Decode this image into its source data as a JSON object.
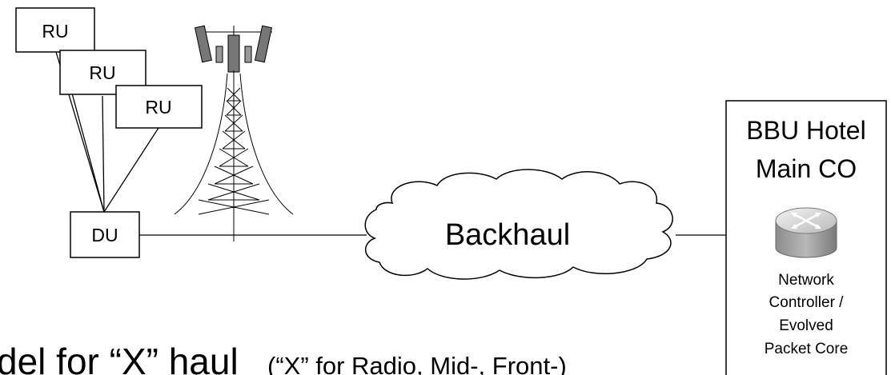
{
  "diagram": {
    "ru_labels": [
      "RU",
      "RU",
      "RU"
    ],
    "du_label": "DU",
    "cloud_label": "Backhaul",
    "hotel_title_line1": "BBU Hotel",
    "hotel_title_line2": "Main CO",
    "core_label_lines": [
      "Network",
      "Controller /",
      "Evolved",
      "Packet Core"
    ],
    "bottom_caption_main": "del for “X” haul",
    "bottom_caption_sub": "(“X” for Radio, Mid-, Front-)"
  }
}
